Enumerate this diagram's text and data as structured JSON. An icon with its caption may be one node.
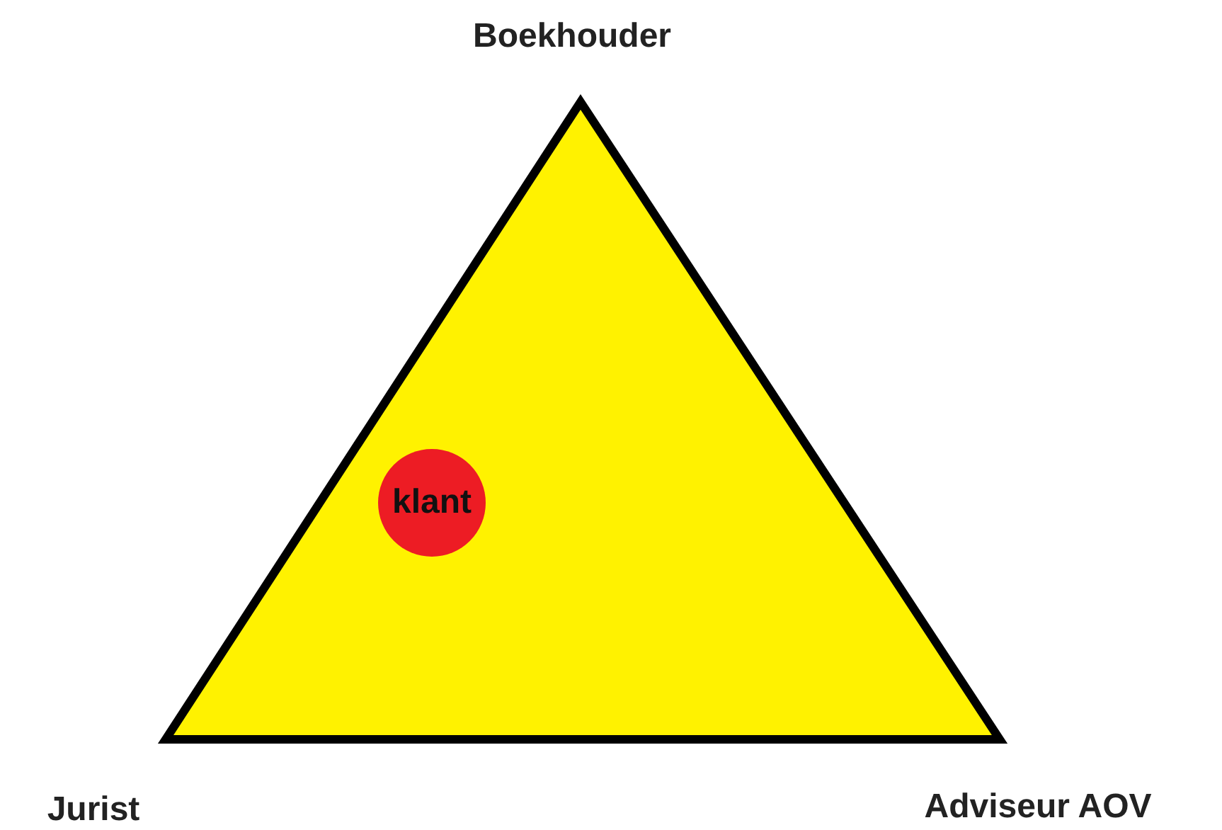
{
  "diagram": {
    "nodes": [
      {
        "text": [],
        "shape": "triangle"
      },
      {
        "text": [
          "klant"
        ],
        "in": 0
      }
    ],
    "labels": [
      "Boekhouder",
      "Jurist",
      "Adviseur AOV"
    ]
  }
}
